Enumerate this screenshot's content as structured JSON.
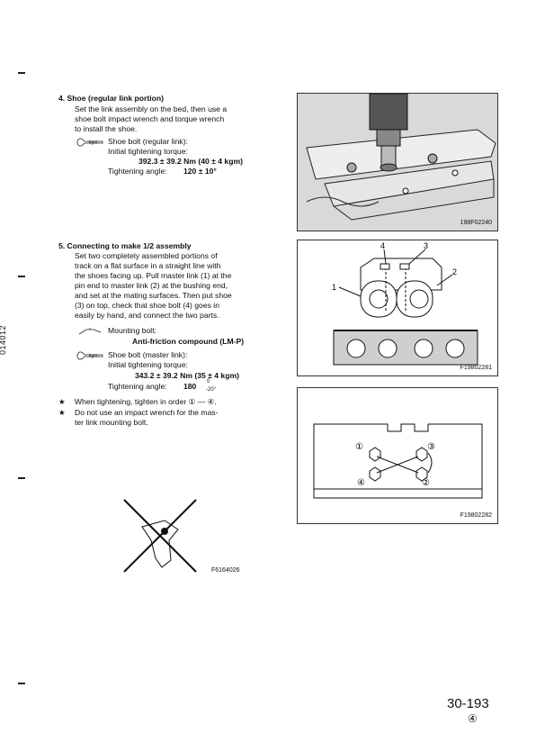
{
  "side_code": "014012",
  "section4": {
    "heading": "4. Shoe (regular link portion)",
    "body": [
      "Set the link assembly on the bed, then use a",
      "shoe bolt impact wrench and torque wrench",
      "to install the shoe."
    ],
    "icon_label": "kgm",
    "spec_title": "Shoe bolt (regular link):",
    "torque_label": "Initial tightening torque:",
    "torque_value": "392.3 ± 39.2 Nm (40 ± 4 kgm)",
    "angle_label": "Tightening angle:",
    "angle_value": "120 ± 10°"
  },
  "section5": {
    "heading": "5. Connecting to make 1/2 assembly",
    "body": [
      "Set two completely assembled portions of",
      "track on a flat surface in a straight line with",
      "the shoes facing up. Pull master link (1) at the",
      "pin end to master link (2) at the bushing end,",
      "and set at the mating surfaces. Then put shoe",
      "(3) on top, check that shoe bolt (4) goes in",
      "easily by hand, and connect the two parts."
    ],
    "mount_title": "Mounting bolt:",
    "mount_value": "Anti-friction compound (LM-P)",
    "icon_label": "kgm",
    "spec_title": "Shoe bolt (master link):",
    "torque_label": "Initial tightening torque:",
    "torque_value": "343.2 ± 39.2 Nm (35 ± 4 kgm)",
    "angle_label": "Tightening angle:",
    "angle_value": "180",
    "angle_tol_top": "0",
    "angle_tol_bottom": "-20°",
    "notes": [
      "When tightening, tighten in order ① — ④.",
      "Do not use an impact wrench for the mas-",
      "ter link mounting bolt."
    ],
    "note_bullet": "★"
  },
  "figures": {
    "fig1_label": "198F02240",
    "fig2_label": "F19802281",
    "fig3_label": "F19802282",
    "fig4_label": "F6164026",
    "fig2_callouts": [
      "4",
      "3",
      "2",
      "1"
    ],
    "fig3_callouts": [
      "①",
      "③",
      "④",
      "②"
    ]
  },
  "footer": {
    "page_number": "30-193",
    "revision": "④"
  }
}
